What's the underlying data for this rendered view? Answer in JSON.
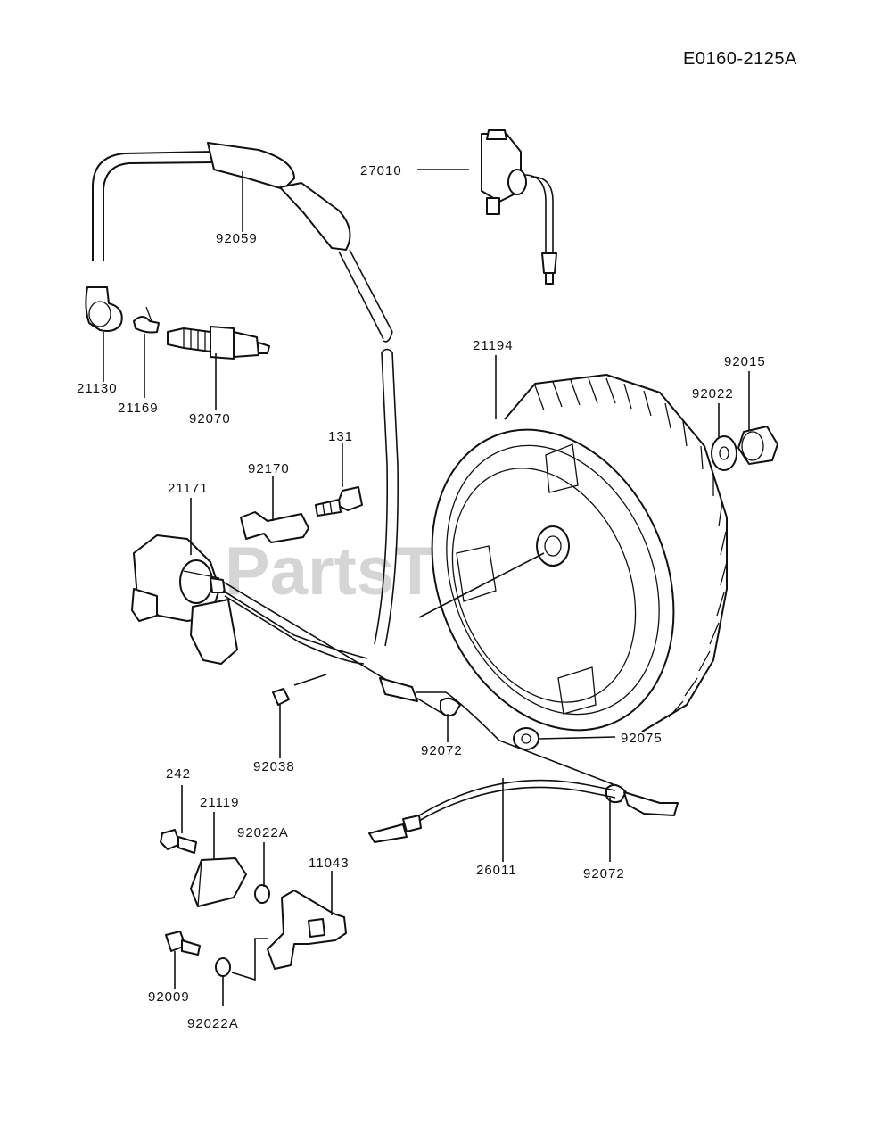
{
  "diagram_code": "E0160-2125A",
  "watermark": "PartsTree",
  "part_numbers": {
    "p27010": "27010",
    "p92059": "92059",
    "p21130": "21130",
    "p21169": "21169",
    "p92070": "92070",
    "p21194": "21194",
    "p92015": "92015",
    "p92022": "92022",
    "p131": "131",
    "p92170": "92170",
    "p21171": "21171",
    "p92038": "92038",
    "p92072a": "92072",
    "p92075": "92075",
    "p242": "242",
    "p21119": "21119",
    "p92022A_1": "92022A",
    "p11043": "11043",
    "p26011": "26011",
    "p92072b": "92072",
    "p92009": "92009",
    "p92022A_2": "92022A"
  }
}
